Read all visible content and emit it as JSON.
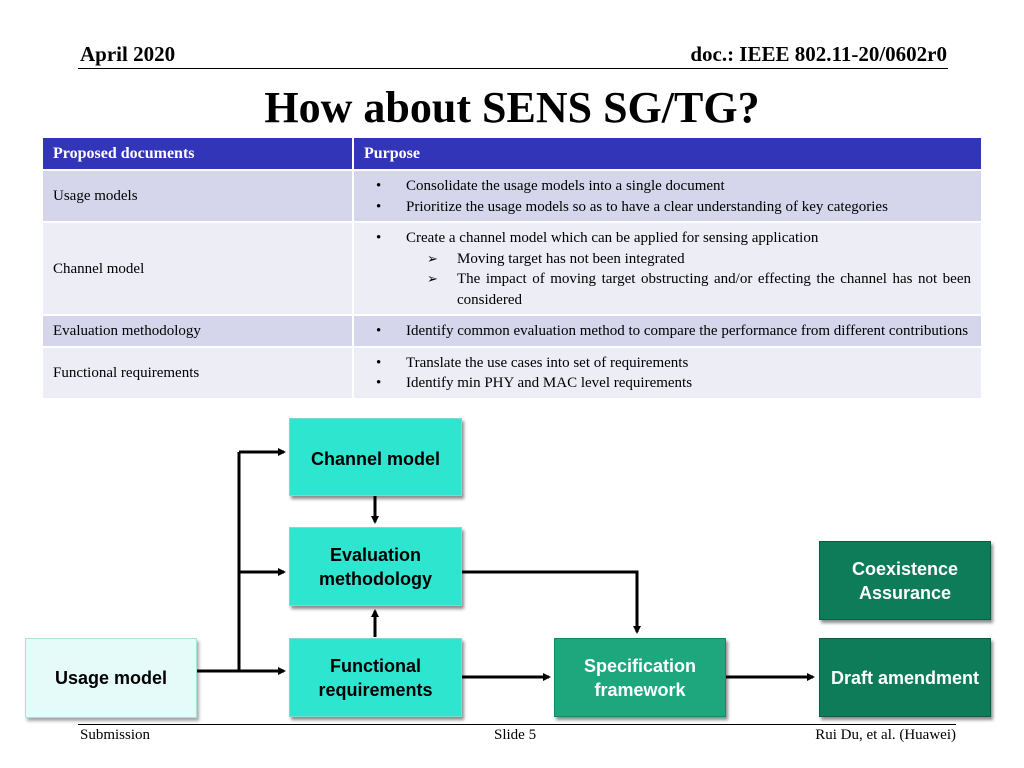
{
  "header": {
    "date": "April 2020",
    "doc": "doc.: IEEE 802.11-20/0602r0"
  },
  "title": "How about SENS SG/TG?",
  "table": {
    "headers": [
      "Proposed documents",
      "Purpose"
    ],
    "rows": [
      {
        "name": "Usage models",
        "bullets": [
          "Consolidate the usage models into a single document",
          "Prioritize the usage models so as to have a clear understanding of key categories"
        ]
      },
      {
        "name": "Channel model",
        "bullets": [
          "Create a channel model which can be applied for sensing application"
        ],
        "subbullets": [
          "Moving target has not been integrated",
          "The impact of moving target obstructing and/or effecting the channel has not been considered"
        ]
      },
      {
        "name": "Evaluation methodology",
        "bullets": [
          "Identify common evaluation method to compare the performance from different contributions"
        ]
      },
      {
        "name": "Functional requirements",
        "bullets": [
          "Translate the use cases into set of requirements",
          "Identify min PHY and MAC level requirements"
        ]
      }
    ]
  },
  "diagram": {
    "channel_model": "Channel model",
    "evaluation_methodology": "Evaluation methodology",
    "functional_requirements": "Functional requirements",
    "usage_model": "Usage model",
    "specification_framework": "Specification framework",
    "coexistence_assurance": "Coexistence Assurance",
    "draft_amendment": "Draft amendment"
  },
  "colors": {
    "table_header": "#3235b8",
    "row_dark": "#d5d6eb",
    "row_light": "#ecedf5",
    "box_cyan": "#2ee6d0",
    "box_green": "#1ea67c",
    "box_dark_green": "#0f7c59",
    "box_pale": "#e5fbf9"
  },
  "footer": {
    "left": "Submission",
    "center": "Slide 5",
    "right": "Rui Du, et al. (Huawei)"
  }
}
